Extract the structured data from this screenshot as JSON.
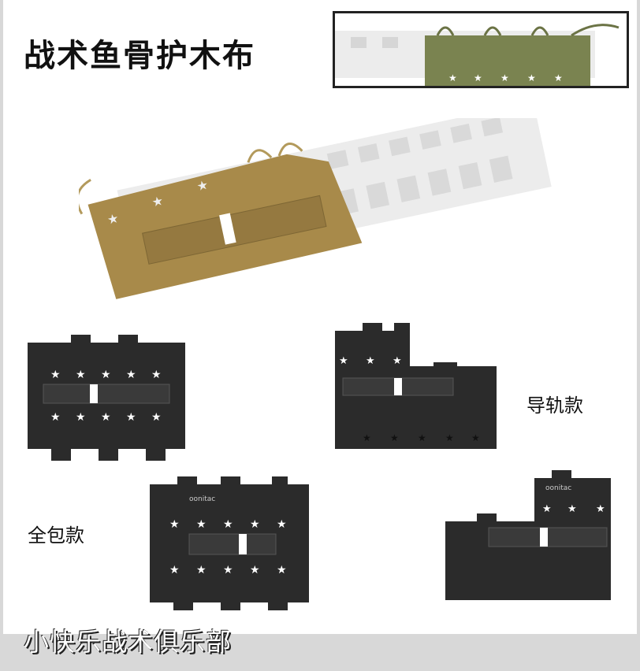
{
  "title": "战术鱼骨护木布",
  "labels": {
    "rail": "导轨款",
    "full": "全包款"
  },
  "footer": "小快乐战术俱乐部",
  "brand_logo": "oonitac",
  "colors": {
    "tan": "#a88a4a",
    "olive": "#7a8350",
    "panel": "#2b2b2b",
    "rail": "#e6e6e6",
    "frame": "#d8d8d8"
  }
}
